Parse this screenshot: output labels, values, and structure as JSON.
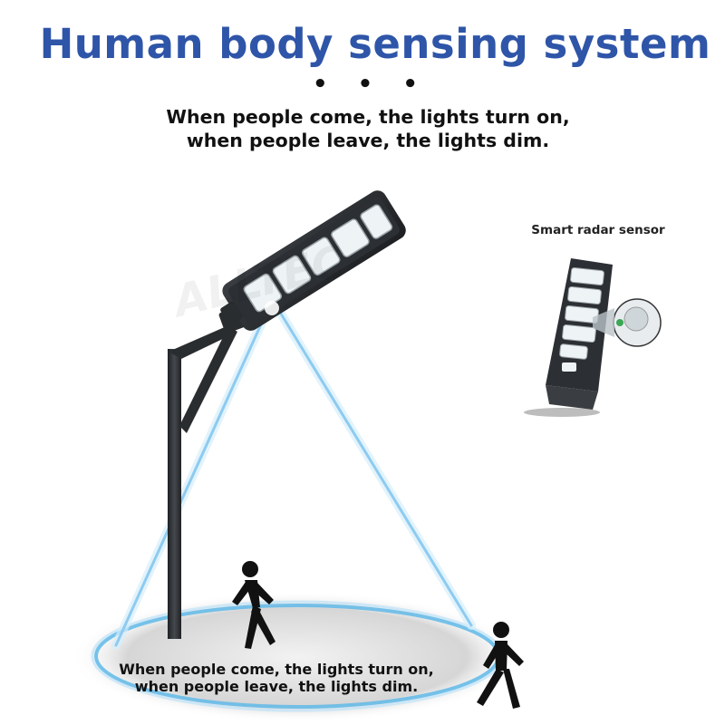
{
  "header": {
    "title": "Human body sensing system",
    "dots": "• • •",
    "subtitle_line1": "When people come, the lights turn on,",
    "subtitle_line2": "when people leave, the lights dim."
  },
  "sensor": {
    "label": "Smart radar sensor"
  },
  "ground": {
    "caption_line1": "When people come, the lights turn on,",
    "caption_line2": "when people leave, the lights dim."
  },
  "watermark": {
    "text": "ALLTEC"
  },
  "colors": {
    "title": "#2e55a8",
    "beam": "#8ecbf0",
    "ring": "#5fb8e8",
    "ground": "#d9d9d9",
    "pole": "#2a2d30"
  },
  "icons": [
    "street-light-icon",
    "pole-icon",
    "walking-person-icon",
    "radar-sensor-icon"
  ]
}
